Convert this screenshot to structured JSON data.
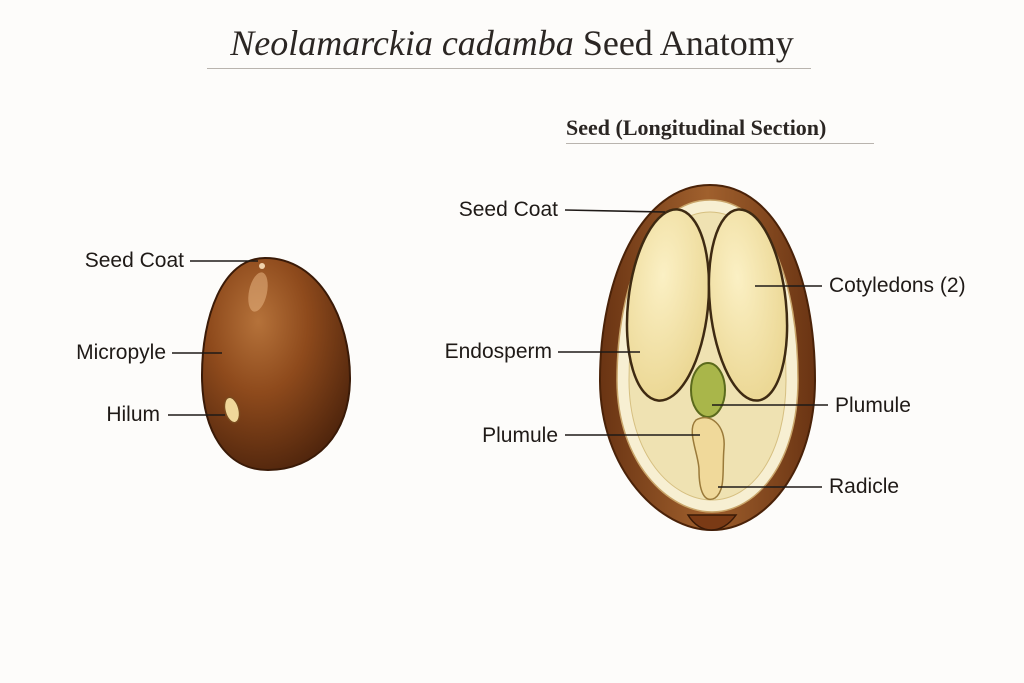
{
  "title": {
    "italic": "Neolamarckia cadamba",
    "rest": " Seed Anatomy"
  },
  "section_title": "Seed (Longitudinal Section)",
  "external_view": {
    "labels": {
      "seed_coat": "Seed Coat",
      "micropyle": "Micropyle",
      "hilum": "Hilum"
    }
  },
  "section_view": {
    "labels": {
      "seed_coat": "Seed Coat",
      "endosperm": "Endosperm",
      "plumule_left": "Plumule",
      "cotyledons": "Cotyledons (2)",
      "plumule_right": "Plumule",
      "radicle": "Radicle"
    }
  },
  "colors": {
    "seed_coat_dark": "#5a2c10",
    "seed_coat_mid": "#8b4a1e",
    "cotyledon": "#f3e3a6",
    "endosperm": "#f7efd2",
    "plumule": "#a9b64a",
    "radicle": "#f0d99a"
  }
}
